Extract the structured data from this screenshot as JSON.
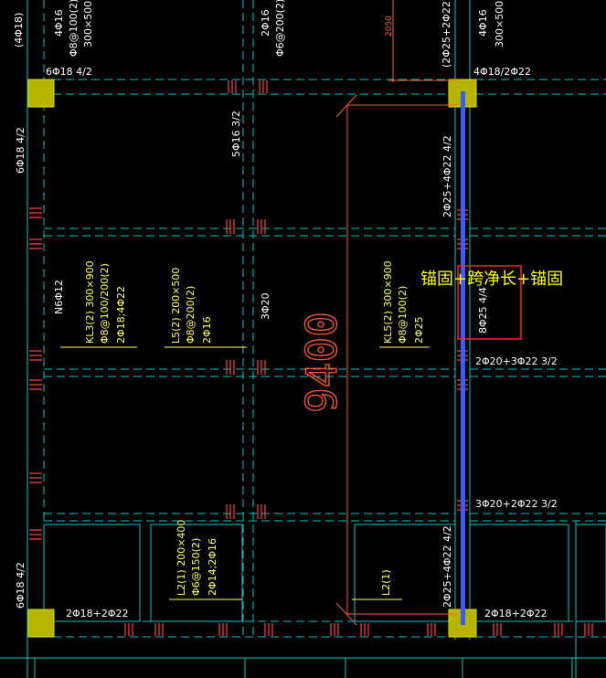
{
  "callout": {
    "text": "锚固+跨净长+锚固"
  },
  "dimensions": {
    "span": "9400",
    "offset": "2050"
  },
  "beams": {
    "kl3": {
      "line1": "KL3(2) 300×900",
      "line2": "Φ8@100/200(2)",
      "line3": "2Φ18;4Φ22"
    },
    "l5": {
      "line1": "L5(2) 200×500",
      "line2": "Φ8@200(2)",
      "line3": "2Φ16"
    },
    "kl5": {
      "line1": "KL5(2) 300×900",
      "line2": "Φ8@100(2)",
      "line3": "2Φ25"
    },
    "l2": {
      "line1": "L2(1) 200×400",
      "line2": "Φ6@150(2)",
      "line3": "2Φ14;2Φ16"
    },
    "l2b": {
      "line1": "L2(1)"
    }
  },
  "labels": {
    "top_4b16": "4Φ16",
    "top_stirrup": "Φ8@100(2)",
    "top_size": "300×500",
    "top_2b16": "2Φ16",
    "top_stirrup2": "Φ6@200(2)",
    "right_4b16": "4Φ16",
    "right_size": "300×500",
    "left_4b18": "(4Φ18)",
    "top_pair": "(2Φ25+2Φ22)",
    "col_tl": "6Φ18 4/2",
    "col_tr": "4Φ18/2Φ22",
    "left_6b18a": "6Φ18 4/2",
    "left_6b18b": "6Φ18 4/2",
    "mid_5b16": "5Φ16 3/2",
    "mid_3b20": "3Φ20",
    "mid_n6": "N6Φ12",
    "v_upper": "2Φ25+4Φ22 4/2",
    "v_lower": "2Φ25+4Φ22 4/2",
    "v_red": "8Φ25 4/4",
    "h_2b20": "2Φ20+3Φ22 3/2",
    "h_3b20": "3Φ20+2Φ22 3/2",
    "bot_left": "2Φ18+2Φ22",
    "bot_right": "2Φ18+2Φ22"
  },
  "colors": {
    "grid": "#00c8c8",
    "rebar": "#ff4040",
    "dimension": "#ff5a33",
    "column": "#b5b500",
    "highlight_bar": "#3a5bff",
    "callout_box": "#ff2020",
    "callout_text": "#ffff00"
  }
}
